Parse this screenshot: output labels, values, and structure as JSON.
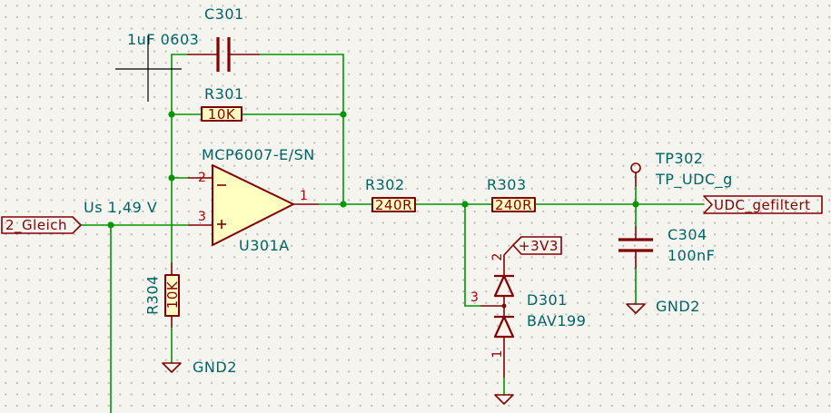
{
  "colors": {
    "background": "#f5f4ef",
    "grid_dot": "#b9b8b2",
    "wire": "#009600",
    "symbol_outline": "#840000",
    "symbol_fill": "#ffffc2",
    "field_text": "#006464",
    "pin_number": "#a90000",
    "cursor": "#000000"
  },
  "icons": {
    "cursor": "crosshair-cursor-icon",
    "ground": "ground-symbol-icon",
    "power": "power-flag-icon",
    "test_point": "test-point-icon"
  },
  "symbols": {
    "c301": {
      "reference": "C301",
      "value": "1uF 0603"
    },
    "r301": {
      "reference": "R301",
      "value": "10K"
    },
    "u301": {
      "reference": "U301A",
      "value": "MCP6007-E/SN",
      "pin_inverting": "2",
      "pin_non_inverting": "3",
      "pin_output": "1"
    },
    "r304": {
      "reference": "R304",
      "value": "10K"
    },
    "r302": {
      "reference": "R302",
      "value": "240R"
    },
    "r303": {
      "reference": "R303",
      "value": "240R"
    },
    "tp302": {
      "reference": "TP302",
      "value": "TP_UDC_g"
    },
    "c304": {
      "reference": "C304",
      "value": "100nF"
    },
    "d301": {
      "reference": "D301",
      "value": "BAV199",
      "pin_top": "2",
      "pin_middle": "3",
      "pin_bottom": "1"
    }
  },
  "power": {
    "gnd_r304": "GND2",
    "gnd_c304": "GND2",
    "supply_d301": "+3V3"
  },
  "labels": {
    "input": "2_Gleich",
    "output": "UDC_gefiltert",
    "annotation": "Us 1,49 V"
  }
}
